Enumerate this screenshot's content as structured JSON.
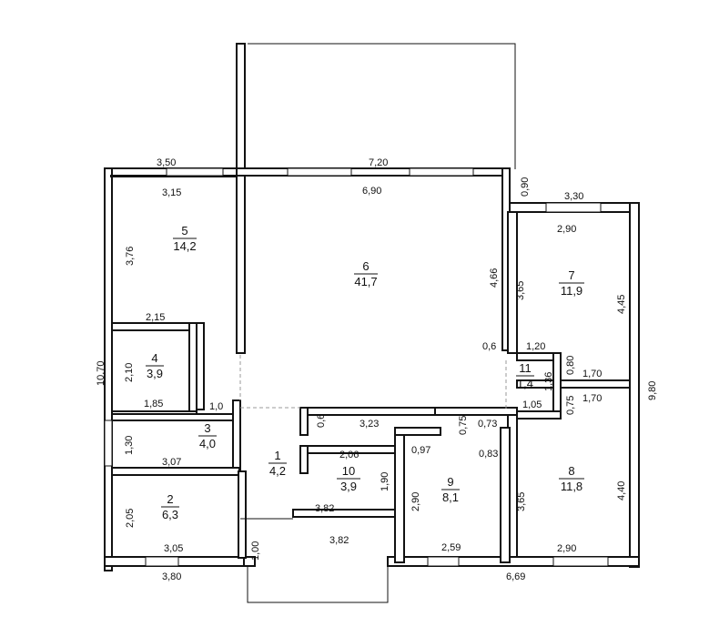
{
  "rooms": [
    {
      "num": "1",
      "area": "4,2"
    },
    {
      "num": "2",
      "area": "6,3"
    },
    {
      "num": "3",
      "area": "4,0"
    },
    {
      "num": "4",
      "area": "3,9"
    },
    {
      "num": "5",
      "area": "14,2"
    },
    {
      "num": "6",
      "area": "41,7"
    },
    {
      "num": "7",
      "area": "11,9"
    },
    {
      "num": "8",
      "area": "11,8"
    },
    {
      "num": "9",
      "area": "8,1"
    },
    {
      "num": "10",
      "area": "3,9"
    },
    {
      "num": "11",
      "area": "1,4"
    }
  ],
  "dimensions": {
    "d350": "3,50",
    "d315": "3,15",
    "d376": "3,76",
    "d215": "2,15",
    "d210": "2,10",
    "d185": "1,85",
    "d1070": "10,70",
    "d10": "1,0",
    "d130": "1,30",
    "d307": "3,07",
    "d205": "2,05",
    "d305": "3,05",
    "d380": "3,80",
    "d720": "7,20",
    "d690": "6,90",
    "d466": "4,66",
    "d06a": "0,6",
    "d06b": "0,6",
    "d323": "3,23",
    "d090": "0,90",
    "d330": "3,30",
    "d290a": "2,90",
    "d365a": "3,65",
    "d445": "4,45",
    "d120": "1,20",
    "d080": "0,80",
    "d170a": "1,70",
    "d136": "1,36",
    "d105": "1,05",
    "d075a": "0,75",
    "d170b": "1,70",
    "d980": "9,80",
    "d075b": "0,75",
    "d073": "0,73",
    "d097": "0,97",
    "d083": "0,83",
    "d206": "2,06",
    "d190": "1,90",
    "d382a": "3,82",
    "d382b": "3,82",
    "d290b": "2,90",
    "d259": "2,59",
    "d365b": "3,65",
    "d440": "4,40",
    "d290c": "2,90",
    "d669": "6,69",
    "d100": "1,00"
  }
}
